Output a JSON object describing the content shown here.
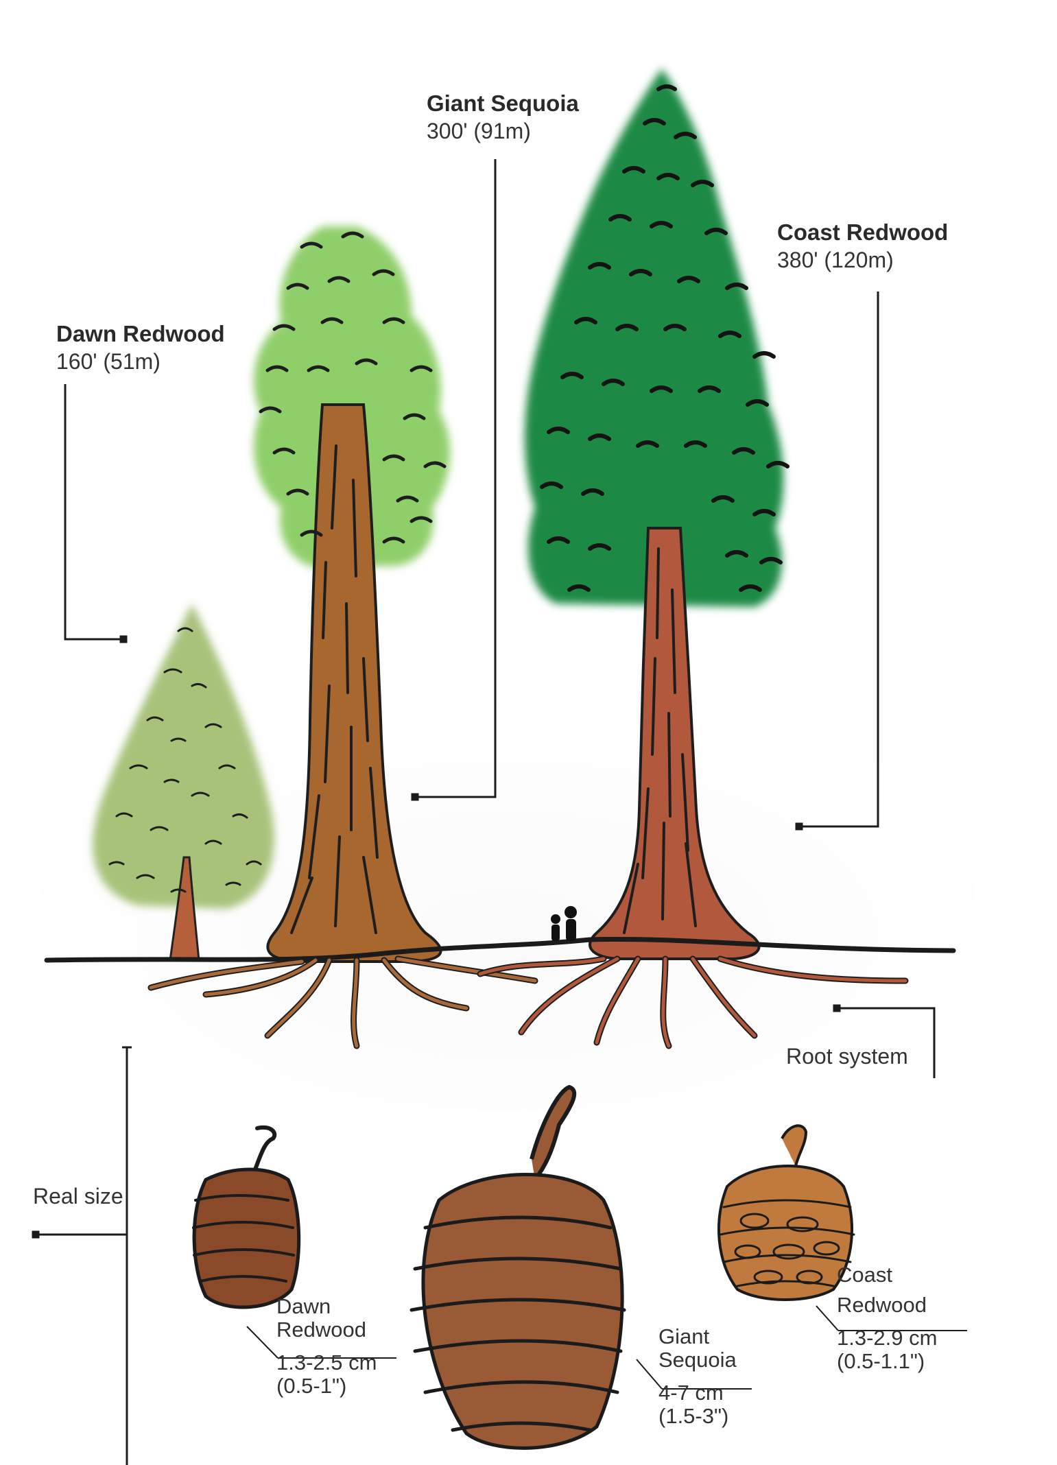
{
  "trees": [
    {
      "name": "Dawn Redwood",
      "height": "160' (51m)",
      "foliage_color": "#a8c27a",
      "trunk_color": "#b5603a"
    },
    {
      "name": "Giant Sequoia",
      "height": "300' (91m)",
      "foliage_color": "#8fcf6a",
      "trunk_color": "#a8672e"
    },
    {
      "name": "Coast Redwood",
      "height": "380' (120m)",
      "foliage_color": "#1f8a45",
      "trunk_color": "#b2583c"
    }
  ],
  "root_label": "Root system",
  "scale_label": "Real size",
  "cones": [
    {
      "name_line1": "Dawn",
      "name_line2": "Redwood",
      "size_line1": "1.3-2.5 cm",
      "size_line2": "(0.5-1\")",
      "color": "#8a4a2a"
    },
    {
      "name_line1": "Giant",
      "name_line2": "Sequoia",
      "size_line1": "4-7 cm",
      "size_line2": "(1.5-3\")",
      "color": "#9a5a36"
    },
    {
      "name_line1": "Coast",
      "name_line2": "Redwood",
      "size_line1": "1.3-2.9 cm",
      "size_line2": "(0.5-1.1\")",
      "color": "#c07a3e"
    }
  ]
}
